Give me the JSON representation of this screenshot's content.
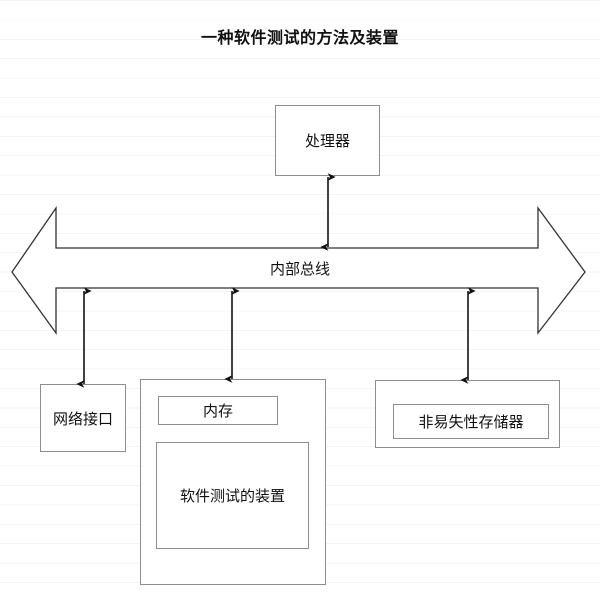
{
  "diagram": {
    "title": "一种软件测试的方法及装置",
    "type": "block-diagram",
    "colors": {
      "background": "#ffffff",
      "box_border": "#8d8d8d",
      "arrow_stroke": "#111111",
      "text": "#111111",
      "ruled_line": "rgba(0,0,0,0.045)"
    },
    "nodes": {
      "processor": {
        "label": "处理器"
      },
      "internal_bus": {
        "label": "内部总线"
      },
      "network_interface": {
        "label": "网络接口"
      },
      "memory": {
        "label": "内存"
      },
      "test_apparatus": {
        "label": "软件测试的装置"
      },
      "nonvolatile_storage": {
        "label": "非易失性存储器"
      }
    },
    "connectors": [
      {
        "name": "processor-to-bus",
        "from": "处理器",
        "to": "内部总线",
        "kind": "double-arrow",
        "orientation": "vertical"
      },
      {
        "name": "bus-to-network-interface",
        "from": "内部总线",
        "to": "网络接口",
        "kind": "double-arrow",
        "orientation": "vertical"
      },
      {
        "name": "bus-to-memory",
        "from": "内部总线",
        "to": "内存",
        "kind": "double-arrow",
        "orientation": "vertical"
      },
      {
        "name": "bus-to-nonvolatile-storage",
        "from": "内部总线",
        "to": "非易失性存储器",
        "kind": "double-arrow",
        "orientation": "vertical"
      }
    ]
  }
}
